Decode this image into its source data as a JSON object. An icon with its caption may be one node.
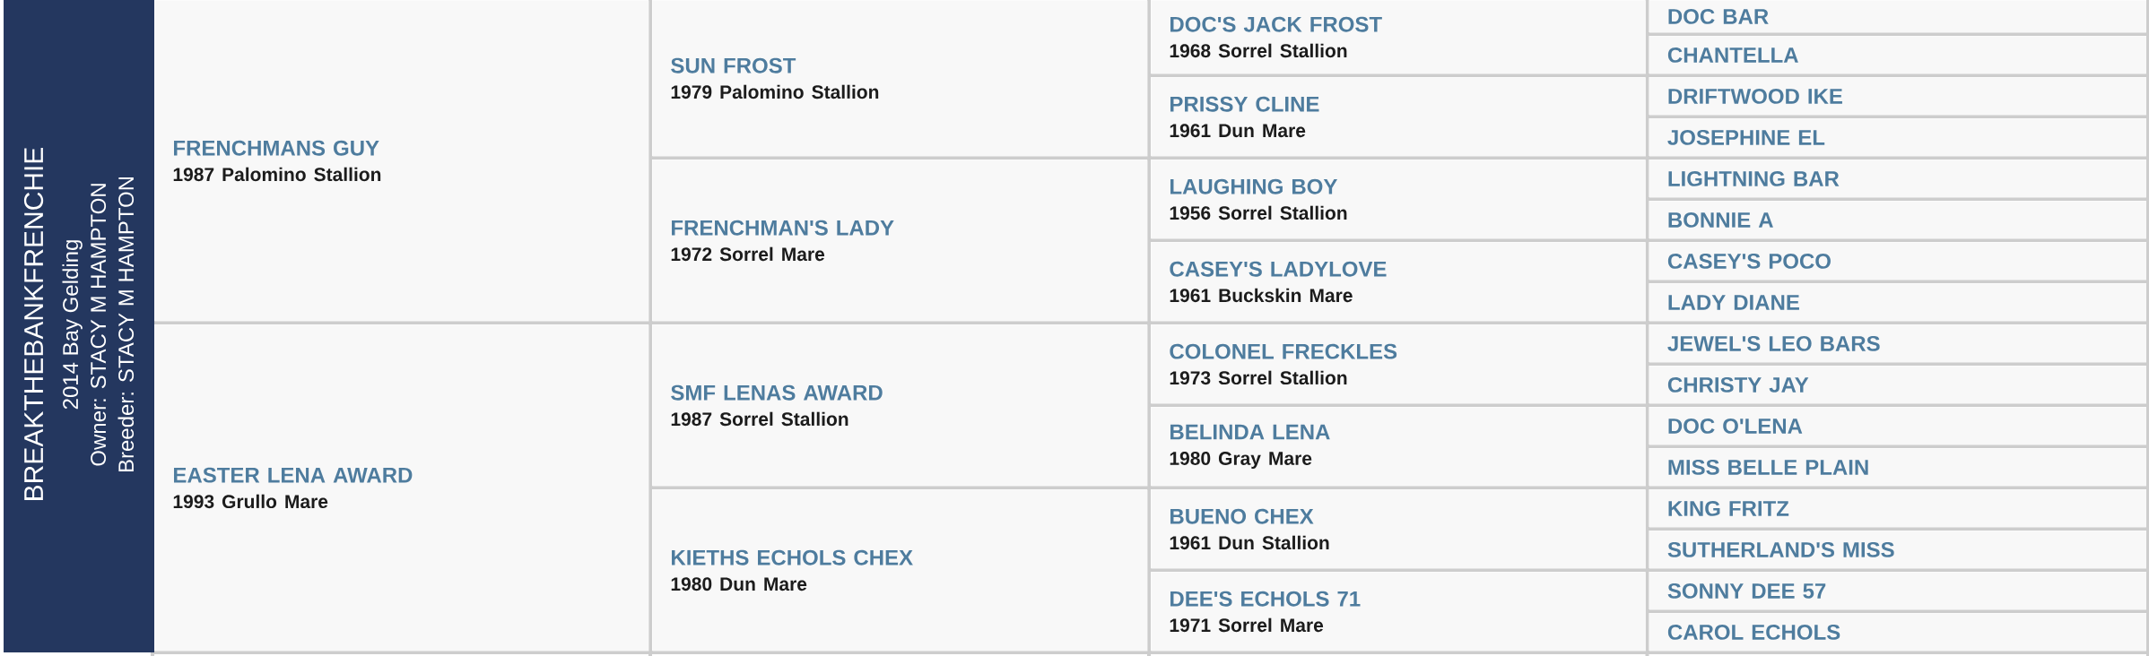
{
  "diagram": {
    "nodes": [
      {
        "text": [
          "BREAKTHEBANKFRENCHIE",
          "2014 Bay Gelding",
          "Owner: STACY M HAMPTON",
          "Breeder: STACY M HAMPTON"
        ]
      },
      {
        "text": [
          "FRENCHMANS GUY",
          "1987 Palomino Stallion"
        ]
      },
      {
        "text": [
          "SUN FROST",
          "1979 Palomino Stallion"
        ]
      },
      {
        "text": [
          "DOC'S JACK FROST",
          "1968 Sorrel Stallion"
        ]
      },
      {
        "text": [
          "DOC BAR"
        ]
      },
      {
        "text": [
          "CHANTELLA"
        ]
      },
      {
        "text": [
          "PRISSY CLINE",
          "1961 Dun Mare"
        ]
      },
      {
        "text": [
          "DRIFTWOOD IKE"
        ]
      },
      {
        "text": [
          "JOSEPHINE EL"
        ]
      },
      {
        "text": [
          "FRENCHMAN'S LADY",
          "1972 Sorrel Mare"
        ]
      },
      {
        "text": [
          "LAUGHING BOY",
          "1956 Sorrel Stallion"
        ]
      },
      {
        "text": [
          "LIGHTNING BAR"
        ]
      },
      {
        "text": [
          "BONNIE A"
        ]
      },
      {
        "text": [
          "CASEY'S LADYLOVE",
          "1961 Buckskin Mare"
        ]
      },
      {
        "text": [
          "CASEY'S POCO"
        ]
      },
      {
        "text": [
          "LADY DIANE"
        ]
      },
      {
        "text": [
          "EASTER LENA AWARD",
          "1993 Grullo Mare"
        ]
      },
      {
        "text": [
          "SMF LENAS AWARD",
          "1987 Sorrel Stallion"
        ]
      },
      {
        "text": [
          "COLONEL FRECKLES",
          "1973 Sorrel Stallion"
        ]
      },
      {
        "text": [
          "JEWEL'S LEO BARS"
        ]
      },
      {
        "text": [
          "CHRISTY JAY"
        ]
      },
      {
        "text": [
          "BELINDA LENA",
          "1980 Gray Mare"
        ]
      },
      {
        "text": [
          "DOC O'LENA"
        ]
      },
      {
        "text": [
          "MISS BELLE PLAIN"
        ]
      },
      {
        "text": [
          "KIETHS ECHOLS CHEX",
          "1980 Dun Mare"
        ]
      },
      {
        "text": [
          "BUENO CHEX",
          "1961 Dun Stallion"
        ]
      },
      {
        "text": [
          "KING FRITZ"
        ]
      },
      {
        "text": [
          "SUTHERLAND'S MISS"
        ]
      },
      {
        "text": [
          "DEE'S ECHOLS 71",
          "1971 Sorrel Mare"
        ]
      },
      {
        "text": [
          "SONNY DEE 57"
        ]
      },
      {
        "text": [
          "CAROL ECHOLS"
        ]
      }
    ]
  }
}
